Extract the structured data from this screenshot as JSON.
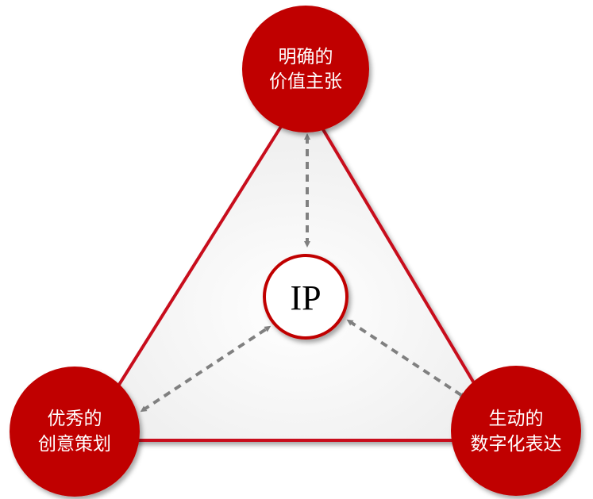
{
  "colors": {
    "accent_red": "#c00000",
    "triangle_stroke": "#c8101e",
    "arrow_gray": "#808080",
    "triangle_fill": "#f6f6f6"
  },
  "center": {
    "label": "IP"
  },
  "nodes": {
    "top": {
      "line1": "明确的",
      "line2": "价值主张"
    },
    "left": {
      "line1": "优秀的",
      "line2": "创意策划"
    },
    "right": {
      "line1": "生动的",
      "line2": "数字化表达"
    }
  }
}
